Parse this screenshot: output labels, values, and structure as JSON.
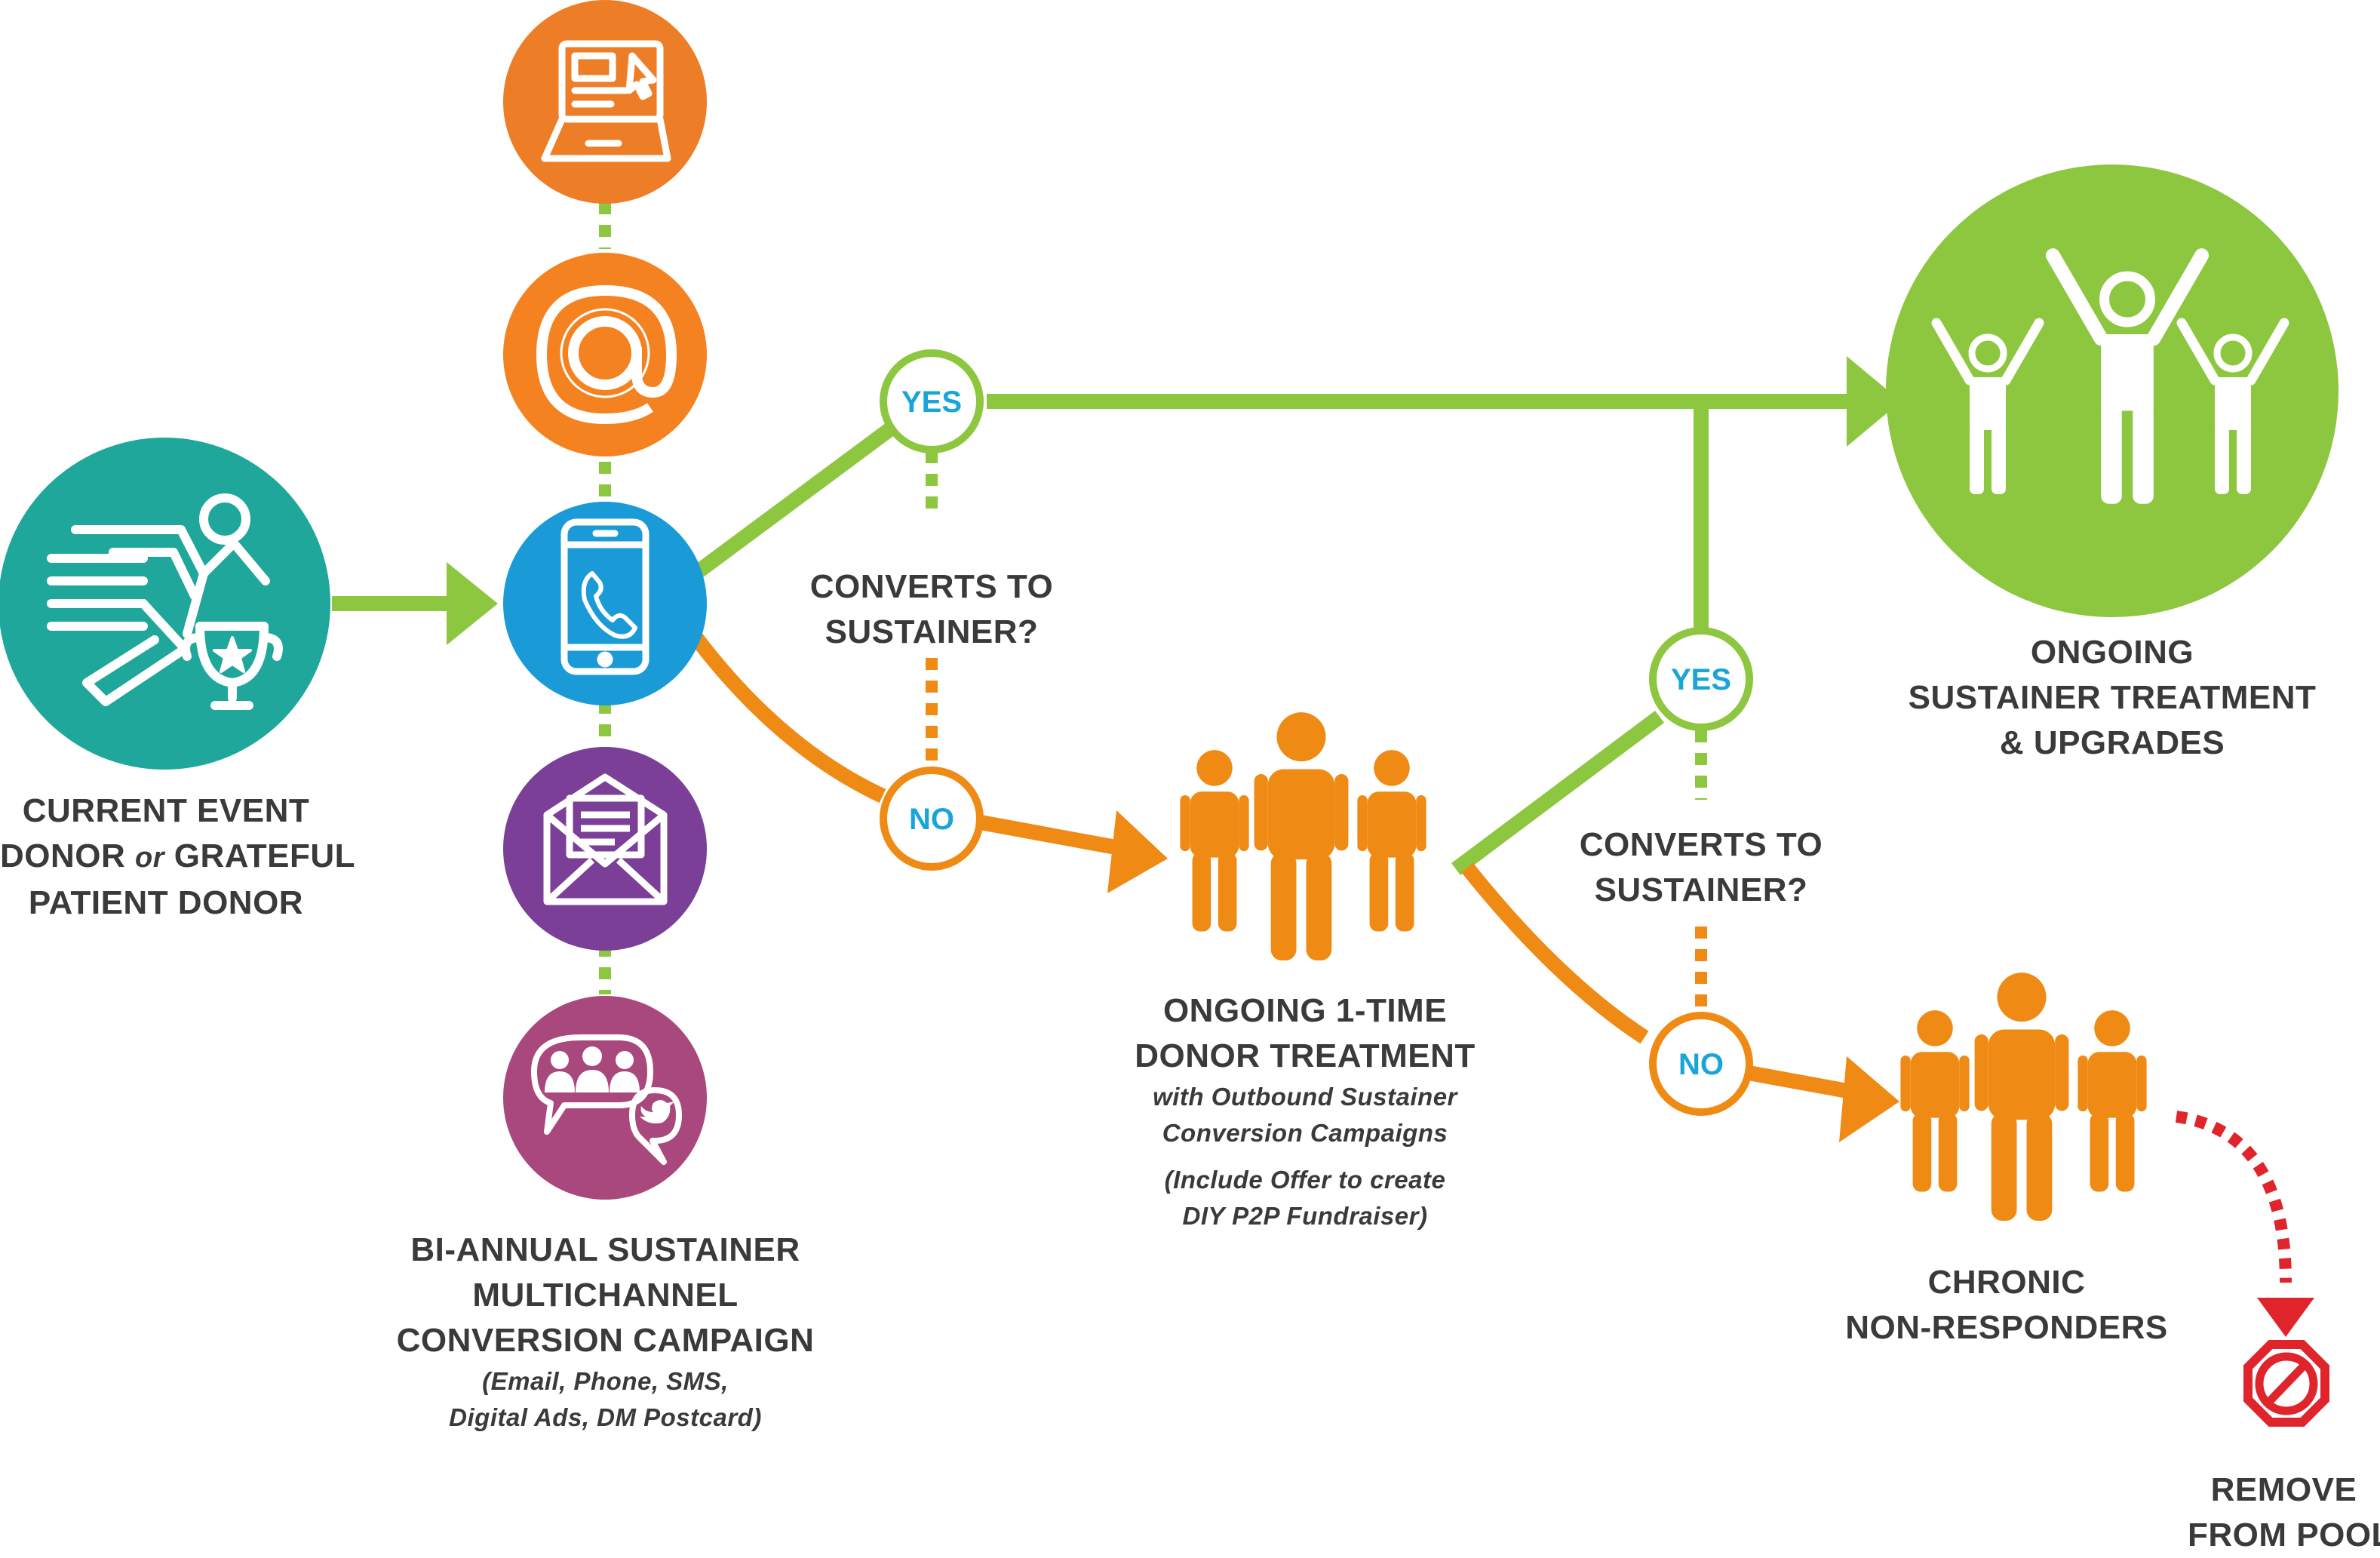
{
  "colors": {
    "green": "#8dc63f",
    "orange": "#ef8a14",
    "teal": "#1ea79a",
    "blue": "#1a9ad6",
    "purple": "#7b3f98",
    "magenta": "#a9487c",
    "red": "#e0242c",
    "text": "#3a3a3a",
    "decision_text": "#1aa5d8"
  },
  "nodes": {
    "donor": {
      "icon": "runner-trophy-icon",
      "label": [
        "CURRENT EVENT",
        "DONOR",
        "or",
        "GRATEFUL",
        "PATIENT DONOR"
      ]
    },
    "channels": [
      {
        "icon": "laptop-icon"
      },
      {
        "icon": "at-sign-icon"
      },
      {
        "icon": "phone-icon"
      },
      {
        "icon": "envelope-icon"
      },
      {
        "icon": "social-chat-icon"
      }
    ],
    "campaign": {
      "label": [
        "BI-ANNUAL SUSTAINER",
        "MULTICHANNEL",
        "CONVERSION CAMPAIGN"
      ],
      "note": [
        "(Email, Phone, SMS,",
        "Digital Ads, DM Postcard)"
      ]
    },
    "decision1": {
      "question": [
        "CONVERTS TO",
        "SUSTAINER?"
      ],
      "yes": "YES",
      "no": "NO"
    },
    "one_time": {
      "icon": "people-group-icon",
      "label": [
        "ONGOING 1-TIME",
        "DONOR TREATMENT"
      ],
      "sub": [
        "with Outbound Sustainer",
        "Conversion Campaigns"
      ],
      "note": [
        "(Include Offer to create",
        "DIY P2P Fundraiser)"
      ]
    },
    "decision2": {
      "question": [
        "CONVERTS TO",
        "SUSTAINER?"
      ],
      "yes": "YES",
      "no": "NO"
    },
    "sustainer": {
      "icon": "celebrating-people-icon",
      "label": [
        "ONGOING",
        "SUSTAINER TREATMENT",
        "& UPGRADES"
      ]
    },
    "non_responders": {
      "icon": "people-group-icon",
      "label": [
        "CHRONIC",
        "NON-RESPONDERS"
      ]
    },
    "remove": {
      "icon": "stop-sign-icon",
      "label": [
        "REMOVE",
        "FROM POOL"
      ]
    }
  }
}
